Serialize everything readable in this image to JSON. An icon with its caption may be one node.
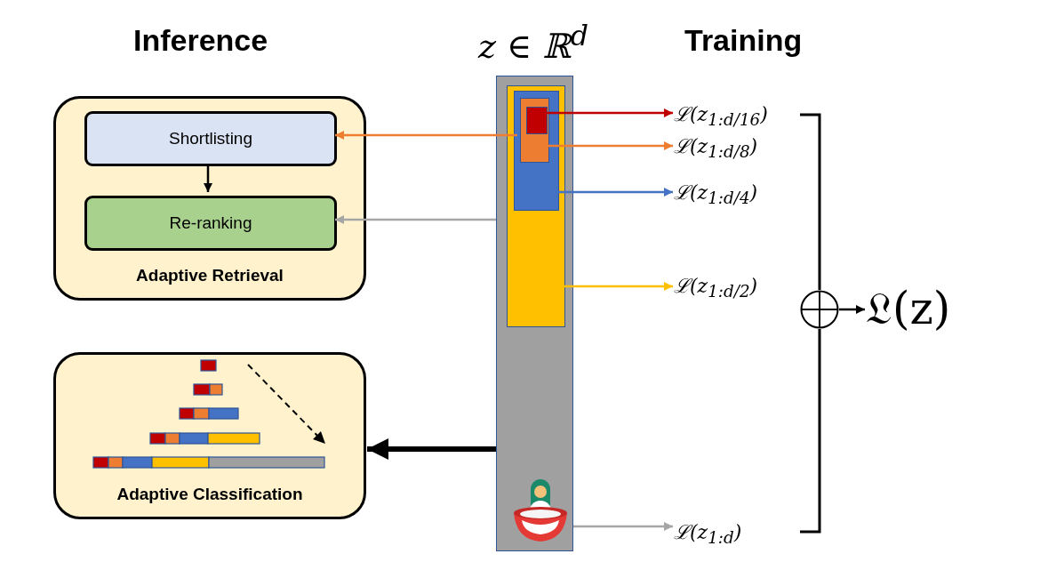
{
  "diagram": {
    "nodes": [
      {
        "text": [
          "Adaptive Retrieval"
        ]
      },
      {
        "text": [
          "Shortlisting"
        ],
        "in": 0
      },
      {
        "text": [
          "Re-ranking"
        ],
        "in": 0
      },
      {
        "text": [
          "Adaptive Classification"
        ]
      },
      {
        "text": [
          "z ∈ ℝ$^{d}$"
        ]
      },
      {
        "text": [],
        "shape": "box",
        "in": 4
      },
      {
        "text": [],
        "shape": "box",
        "in": 5
      },
      {
        "text": [],
        "shape": "box",
        "in": 6
      },
      {
        "text": [],
        "shape": "box",
        "in": 7
      },
      {
        "text": [
          "ℒ(z$_{1:d/16}$)"
        ]
      },
      {
        "text": [
          "ℒ(z$_{1:d/8}$)"
        ]
      },
      {
        "text": [
          "ℒ(z$_{1:d/4}$)"
        ]
      },
      {
        "text": [
          "ℒ(z$_{1:d/2}$)"
        ]
      },
      {
        "text": [
          "ℒ(z$_{1:d}$)"
        ]
      },
      {
        "text": [],
        "shape": "circle"
      },
      {
        "text": [
          "𝔏(z)"
        ]
      },
      {
        "text": [],
        "shape": "picture",
        "in": 4
      }
    ],
    "edges": [
      {
        "from": 8,
        "to": 9,
        "arrow": "to",
        "color": "#c00000"
      },
      {
        "from": 7,
        "to": 10,
        "arrow": "to",
        "color": "#ed7d31"
      },
      {
        "from": 6,
        "to": 11,
        "arrow": "to",
        "color": "#4472c4"
      },
      {
        "from": 5,
        "to": 12,
        "arrow": "to",
        "color": "#ffc000"
      },
      {
        "from": 4,
        "to": 13,
        "arrow": "to",
        "color": "#a6a6a6"
      },
      {
        "from": 7,
        "to": 1,
        "arrow": "to",
        "color": "#ed7d31"
      },
      {
        "from": 4,
        "to": 2,
        "arrow": "to",
        "color": "#a6a6a6"
      },
      {
        "from": 4,
        "to": 3,
        "arrow": "to",
        "style": "thick"
      },
      {
        "from": 1,
        "to": 2,
        "arrow": "to"
      },
      {
        "from": 14,
        "to": 15,
        "arrow": "to"
      }
    ],
    "labels": [
      "Inference",
      "Training"
    ]
  }
}
